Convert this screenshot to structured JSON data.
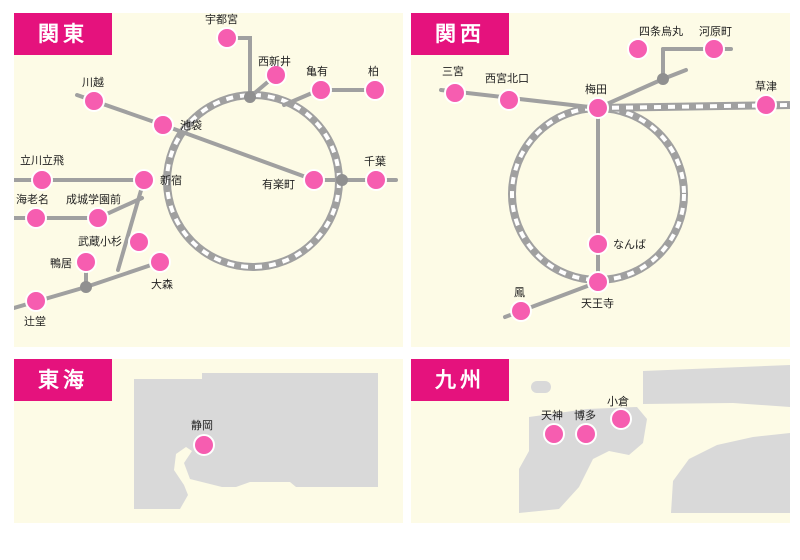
{
  "regions": {
    "kanto": {
      "title": "関東",
      "stations": [
        "宇都宮",
        "西新井",
        "亀有",
        "柏",
        "川越",
        "池袋",
        "立川立飛",
        "新宿",
        "有楽町",
        "千葉",
        "海老名",
        "成城学園前",
        "武蔵小杉",
        "鴨居",
        "大森",
        "辻堂"
      ]
    },
    "kansai": {
      "title": "関西",
      "stations": [
        "四条烏丸",
        "河原町",
        "三宮",
        "西宮北口",
        "梅田",
        "草津",
        "なんば",
        "天王寺",
        "鳳"
      ]
    },
    "tokai": {
      "title": "東海",
      "stations": [
        "静岡"
      ]
    },
    "kyushu": {
      "title": "九州",
      "stations": [
        "小倉",
        "天神",
        "博多"
      ]
    }
  },
  "colors": {
    "accent": "#e5127d",
    "station": "#f65db0",
    "line": "#a0a0a0",
    "background": "#fdfbe6",
    "land": "#d9d9d9"
  }
}
